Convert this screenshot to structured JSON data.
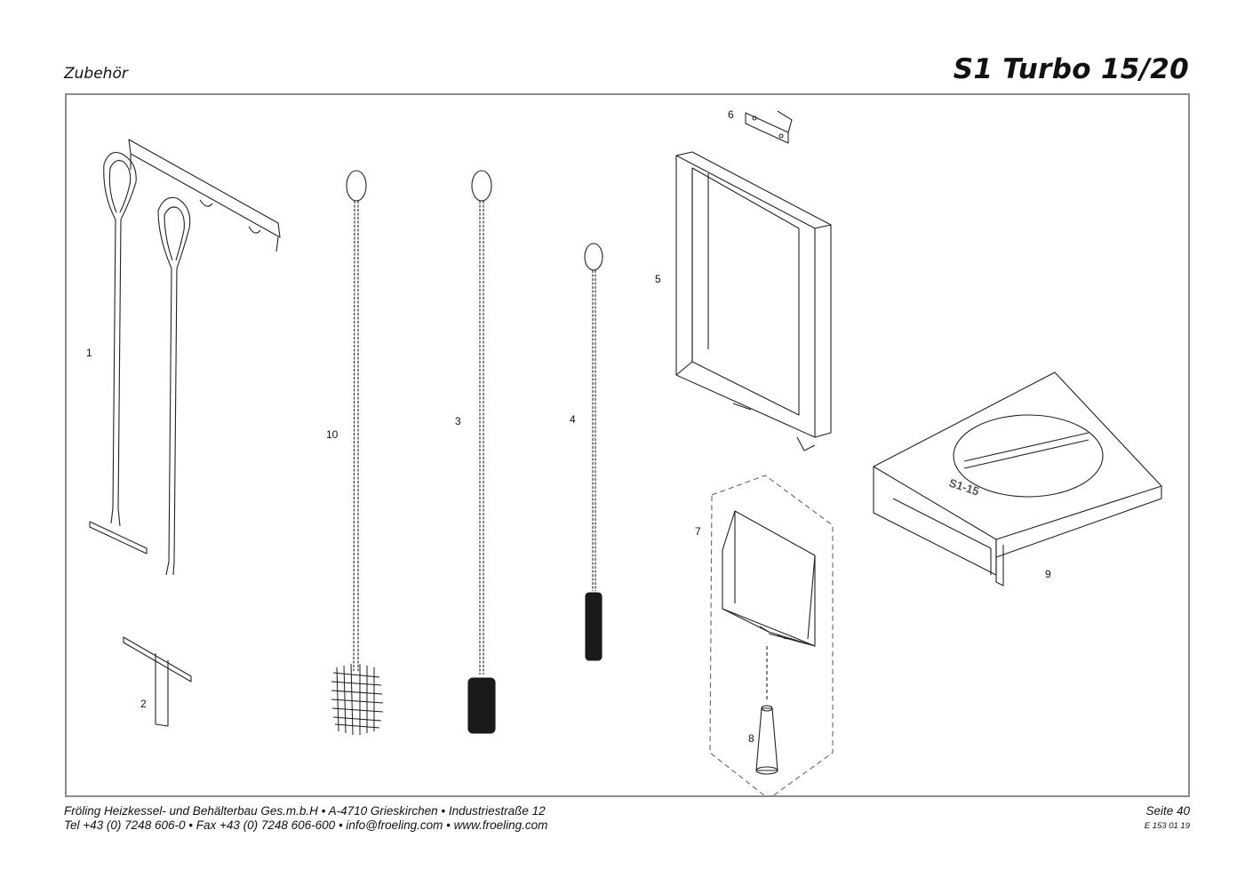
{
  "header": {
    "section": "Zubehör",
    "model": "S1 Turbo 15/20"
  },
  "parts": [
    {
      "number": "1"
    },
    {
      "number": "2"
    },
    {
      "number": "3"
    },
    {
      "number": "4"
    },
    {
      "number": "5"
    },
    {
      "number": "6"
    },
    {
      "number": "7"
    },
    {
      "number": "8"
    },
    {
      "number": "9"
    },
    {
      "number": "10"
    }
  ],
  "diagram": {
    "stamp": "S1-15"
  },
  "footer": {
    "line1": "Fröling Heizkessel- und Behälterbau Ges.m.b.H   •  A-4710 Grieskirchen   •  Industriestraße 12",
    "line2": "Tel +43 (0) 7248 606-0   •  Fax +43 (0) 7248 606-600   •  info@froeling.com   •  www.froeling.com",
    "page": "Seite 40",
    "doc_code": "E 153 01 19"
  },
  "colors": {
    "frame": "#8c8c8c",
    "line": "#222222",
    "brush": "#1a1a1a"
  }
}
